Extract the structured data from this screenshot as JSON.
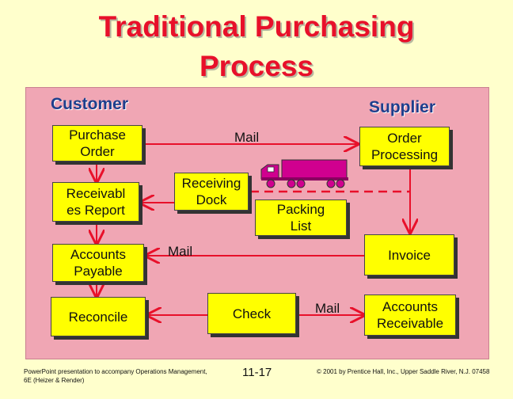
{
  "title_line1": "Traditional Purchasing",
  "title_line2": "Process",
  "customer_label": "Customer",
  "supplier_label": "Supplier",
  "nodes": {
    "purchase_order": "Purchase Order",
    "order_processing": "Order Processing",
    "receiving_dock": "Receiving Dock",
    "packing_list": "Packing List",
    "receivable_report": "Receivabl es Report",
    "accounts_payable": "Accounts Payable",
    "invoice": "Invoice",
    "reconcile": "Reconcile",
    "check": "Check",
    "accounts_receivable": "Accounts Receivable"
  },
  "edge_labels": {
    "mail_top": "Mail",
    "mail_middle": "Mail",
    "mail_bottom": "Mail"
  },
  "footer": {
    "left": "PowerPoint presentation to accompany Operations Management, 6E (Heizer & Render)",
    "page": "11-17",
    "right": "© 2001 by Prentice Hall, Inc., Upper Saddle River, N.J. 07458"
  },
  "colors": {
    "title": "#e8102a",
    "panel": "#f0a6b4",
    "doc": "#ffff00",
    "arrow": "#e8102a",
    "truck": "#d0008f"
  }
}
